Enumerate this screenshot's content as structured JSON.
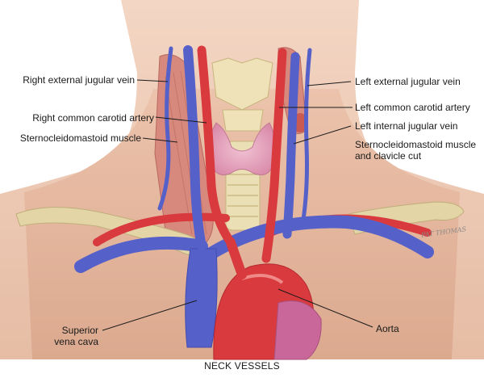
{
  "caption": "NECK VESSELS",
  "artist_signature": "PAT THOMAS",
  "labels": {
    "right_external_jugular": "Right external jugular vein",
    "right_common_carotid": "Right common carotid artery",
    "sternocleidomastoid": "Sternocleidomastoid muscle",
    "left_external_jugular": "Left external jugular vein",
    "left_common_carotid": "Left common carotid artery",
    "left_internal_jugular": "Left internal jugular vein",
    "scm_clavicle_cut_line1": "Sternocleidomastoid muscle",
    "scm_clavicle_cut_line2": "and clavicle cut",
    "svc_line1": "Superior",
    "svc_line2": "vena cava",
    "aorta": "Aorta"
  },
  "colors": {
    "artery": "#d93a3e",
    "vein": "#5560c9",
    "skin": "#eec9b3",
    "muscle": "#d7897d",
    "thyroid": "#e8a9c1",
    "cartilage": "#e9ddb0",
    "bone": "#e3d5a6"
  }
}
